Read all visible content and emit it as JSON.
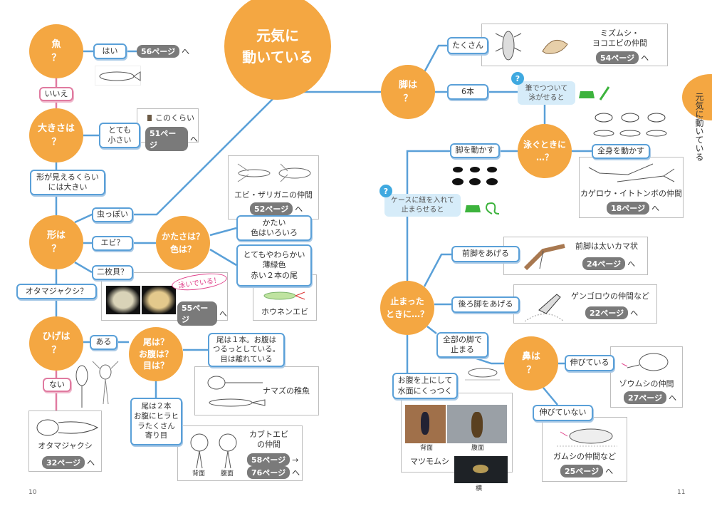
{
  "title": "元気に\n動いている",
  "side_tab": "元気に動いている",
  "page_left": "10",
  "page_right": "11",
  "colors": {
    "node": "#f4a742",
    "line": "#5aa0d8",
    "no_line": "#e07aa0",
    "badge": "#7a7a7a",
    "hint_bg": "#d6ecf9",
    "hint_icon": "#3fa9e0",
    "tool_green": "#3cb33c"
  },
  "left": {
    "fish_q": "魚\n？",
    "yes": "はい",
    "yes_ref": {
      "page": "56ページ",
      "suffix": "へ"
    },
    "no": "いいえ",
    "size_q": "大きさは\n？",
    "very_small": "とても\n小さい",
    "this_size": "このくらい",
    "small_ref": {
      "page": "51ページ",
      "suffix": "へ"
    },
    "visible_big": "形が見えるくらい\nには大きい",
    "shape_q": "形は\n？",
    "insect_like": "虫っぽい",
    "shrimp_q": "エビ？",
    "clam_q": "二枚貝？",
    "tadpole_q": "オタマジャクシ？",
    "hard_color_q": "かたさは？\n色は？",
    "shrimp_group": "エビ・ザリガニの仲間",
    "shrimp_ref": {
      "page": "52ページ",
      "suffix": "へ"
    },
    "hard": "かたい\n色はいろいろ",
    "soft": "とてもやわらかい\n薄緑色\n赤い２本の尾",
    "fairy_shrimp": "ホウネンエビ",
    "swimming_note": "泳いでいる！",
    "clam_ref": {
      "page": "55ページ",
      "suffix": "へ"
    },
    "whisker_q": "ひげは\n？",
    "has": "ある",
    "none": "ない",
    "tail_q": "尾は？\nお腹は？\n目は？",
    "one_tail": "尾は１本。お腹は\nつるっとしている。\n目は離れている",
    "catfish_fry": "ナマズの稚魚",
    "two_tails": "尾は２本\nお腹にヒラヒ\nラたくさん\n寄り目",
    "tadpole": "オタマジャクシ",
    "tadpole_ref": {
      "page": "32ページ",
      "suffix": "へ"
    },
    "back": "背面",
    "belly": "腹面",
    "triops": "カブトエビ\nの仲間",
    "triops_ref1": {
      "page": "58ページ",
      "suffix": "→"
    },
    "triops_ref2": {
      "page": "76ページ",
      "suffix": "へ"
    }
  },
  "right": {
    "legs_q": "脚は\n？",
    "many": "たくさん",
    "isopod_group": "ミズムシ・\nヨコエビの仲間",
    "isopod_ref": {
      "page": "54ページ",
      "suffix": "へ"
    },
    "six": "6本",
    "hint_brush": "筆でつついて\n泳がせると",
    "swim_q": "泳ぐときに\n…？",
    "whole_body": "全身を動かす",
    "mayfly_group": "カゲロウ・イトトンボの仲間",
    "mayfly_ref": {
      "page": "18ページ",
      "suffix": "へ"
    },
    "move_legs": "脚を動かす",
    "hint_string": "ケースに紐を入れて\n止まらせると",
    "stop_q": "止まった\nときに…？",
    "front_legs": "前脚をあげる",
    "mantis_legs": "前脚は太いカマ状",
    "front_ref": {
      "page": "24ページ",
      "suffix": "へ"
    },
    "hind_legs": "後ろ脚をあげる",
    "diving_beetle": "ゲンゴロウの仲間など",
    "hind_ref": {
      "page": "22ページ",
      "suffix": "へ"
    },
    "all_legs": "全部の脚で\n止まる",
    "nose_q": "鼻は\n？",
    "extended": "伸びている",
    "weevil": "ゾウムシの仲間",
    "weevil_ref": {
      "page": "27ページ",
      "suffix": "へ"
    },
    "not_extended": "伸びていない",
    "water_scavenger": "ガムシの仲間など",
    "scavenger_ref": {
      "page": "25ページ",
      "suffix": "へ"
    },
    "belly_up": "お腹を上にして\n水面にくっつく",
    "back": "背面",
    "belly": "腹面",
    "backswimmer": "マツモムシ",
    "side": "横"
  }
}
